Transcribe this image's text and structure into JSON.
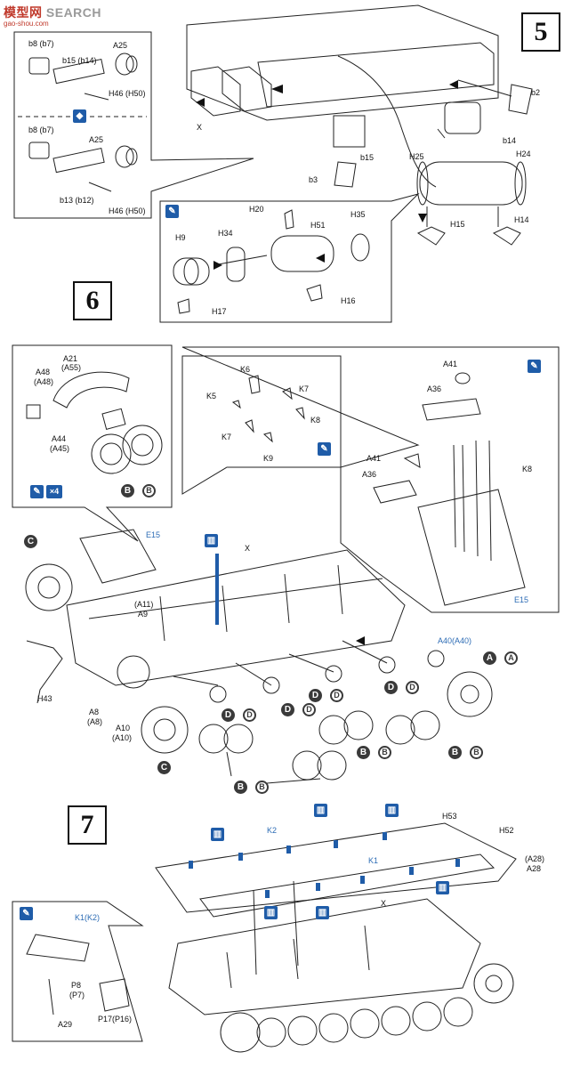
{
  "watermark": {
    "brand_cn": "模型网",
    "brand_en": "SEARCH",
    "site": "gao-shou.com"
  },
  "steps": {
    "s5": "5",
    "s6": "6",
    "s7": "7"
  },
  "step5": {
    "inset_top_labels": [
      "b8 (b7)",
      "b15 (b14)",
      "A25",
      "H46 (H50)"
    ],
    "inset_bottom_labels": [
      "b8 (b7)",
      "A25",
      "b13 (b12)",
      "H46 (H50)"
    ],
    "main_labels": {
      "x": "X",
      "b2": "b2",
      "b14": "b14",
      "b15": "b15",
      "b3": "b3",
      "h25": "H25",
      "h24": "H24",
      "h15": "H15",
      "h14": "H14"
    },
    "muffler_labels": {
      "h20": "H20",
      "h35": "H35",
      "h9": "H9",
      "h34": "H34",
      "h51": "H51",
      "h16": "H16",
      "h17": "H17"
    }
  },
  "step6": {
    "inset_left": {
      "a21": "A21",
      "a55": "(A55)",
      "a48": "A48",
      "a48p": "(A48)",
      "a44": "A44",
      "a45": "(A45)",
      "b": "B",
      "x4": "×4"
    },
    "inset_mid": {
      "k6": "K6",
      "k5": "K5",
      "k7a": "K7",
      "k8": "K8",
      "k7b": "K7",
      "k9": "K9"
    },
    "inset_right": {
      "a41a": "A41",
      "a36a": "A36",
      "a41b": "A41",
      "a36b": "A36",
      "k8": "K8",
      "e15": "E15"
    },
    "main": {
      "c": "C",
      "e15": "E15",
      "x": "X",
      "a11": "(A11)",
      "a9": "A9",
      "a40": "A40(A40)",
      "a": "A",
      "h43": "H43",
      "a8": "A8",
      "a8p": "(A8)",
      "a10": "A10",
      "a10p": "(A10)",
      "d": "D",
      "b": "B"
    }
  },
  "step7": {
    "main": {
      "k2": "K2",
      "h53": "H53",
      "h52": "H52",
      "a28p": "(A28)",
      "a28": "A28",
      "k1": "K1",
      "x": "X"
    },
    "inset": {
      "k1k2": "K1(K2)",
      "p8": "P8",
      "p7": "(P7)",
      "a29": "A29",
      "p17": "P17(P16)"
    }
  },
  "colors": {
    "accent_blue": "#1f5ca8",
    "label_blue": "#2d6cb5",
    "line": "#222222"
  },
  "icons": [
    "glue-icon",
    "paint-icon",
    "parts-subassembly-icon"
  ]
}
